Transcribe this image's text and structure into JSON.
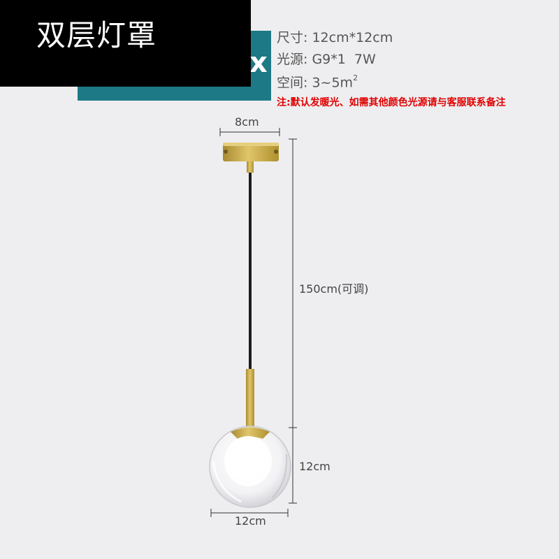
{
  "title": "双层灯罩",
  "banner_fragment": "x",
  "specs": {
    "size_label": "尺寸:",
    "size_value": "12cm*12cm",
    "light_label": "光源:",
    "light_value": "G9*1  7W",
    "space_label": "空间:",
    "space_value": "3~5m",
    "space_unit_sup": "2",
    "note": "注:默认发暖光、如需其他颜色光源请与客服联系备注"
  },
  "dimensions": {
    "canopy_width": "8cm",
    "cord_length": "150cm(可调)",
    "globe_height": "12cm",
    "globe_width": "12cm"
  },
  "colors": {
    "background": "#eeeef0",
    "title_bg": "#000000",
    "teal": "#1d7985",
    "brass": "#c9a94a",
    "note_red": "#e00000"
  }
}
